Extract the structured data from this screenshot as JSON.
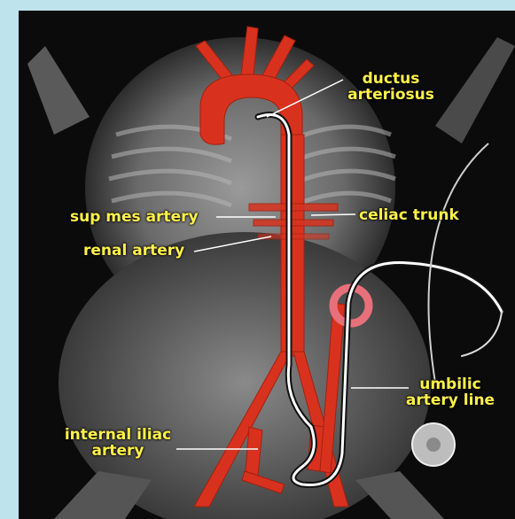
{
  "labels": {
    "ductus_line1": "ductus",
    "ductus_line2": "arteriosus",
    "celiac": "celiac trunk",
    "sup_mes": "sup mes artery",
    "renal": "renal artery",
    "umbilic_line1": "umbilic",
    "umbilic_line2": "artery line",
    "iliac_line1": "internal iliac",
    "iliac_line2": "artery"
  },
  "colors": {
    "border": "#bfe3ec",
    "artery": "#d8321e",
    "label": "#fff14a",
    "catheter": "#ffffff"
  }
}
